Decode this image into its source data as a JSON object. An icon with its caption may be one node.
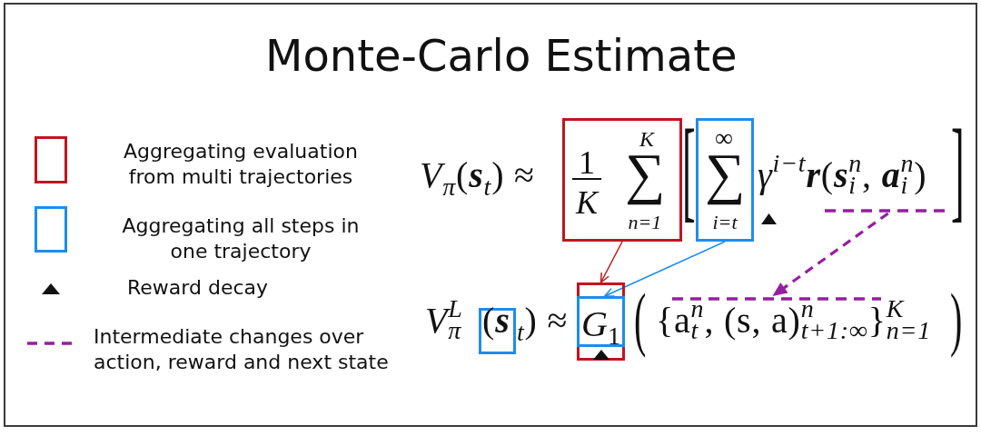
{
  "diagram": {
    "title": "Monte-Carlo Estimate",
    "nodes": [
      {
        "text": [
          "1",
          "K",
          "K",
          "∑",
          "n=1"
        ]
      },
      {
        "text": [
          "∞",
          "∑",
          "i=t"
        ]
      },
      {
        "text": [],
        "shape": "line"
      },
      {
        "text": [
          "(**s**"
        ]
      },
      {
        "text": [],
        "shape": "box"
      },
      {
        "text": [
          "*G*$_{1}$"
        ],
        "in": 4
      },
      {
        "text": [],
        "shape": "line"
      }
    ],
    "edges": [
      {
        "from": 0,
        "to": 4,
        "arrow": "to",
        "color": "#c0161d"
      },
      {
        "from": 1,
        "to": 5,
        "arrow": "to",
        "color": "#1f8ceb"
      },
      {
        "from": 2,
        "to": 6,
        "arrow": "to",
        "style": "dashed",
        "color": "#951f9f"
      }
    ],
    "labels": [
      "*V*$_{π}$(**s**$_{t}$) ≈",
      "[",
      "*γ*$^{i−t}$**r**(**s**$^{n}$$_{i}$, **a**$^{n}$$_{i}$)",
      "]",
      "*V*$^{L}$$_{π}$",
      "$_{t}$) ≈",
      "(",
      "{a$^{n}$$_{t}$, (s, a)$^{n}$$_{t+1:∞}$}$^{K}$$_{n=1}$",
      ")"
    ],
    "legend": [
      {
        "text": "Aggregating evaluation from multi trajectories",
        "color": "#c0161d"
      },
      {
        "text": "Aggregating all steps in one trajectory",
        "color": "#1f8ceb"
      },
      {
        "text": "Reward decay"
      },
      {
        "text": "Intermediate changes over action, reward and next state"
      }
    ]
  }
}
